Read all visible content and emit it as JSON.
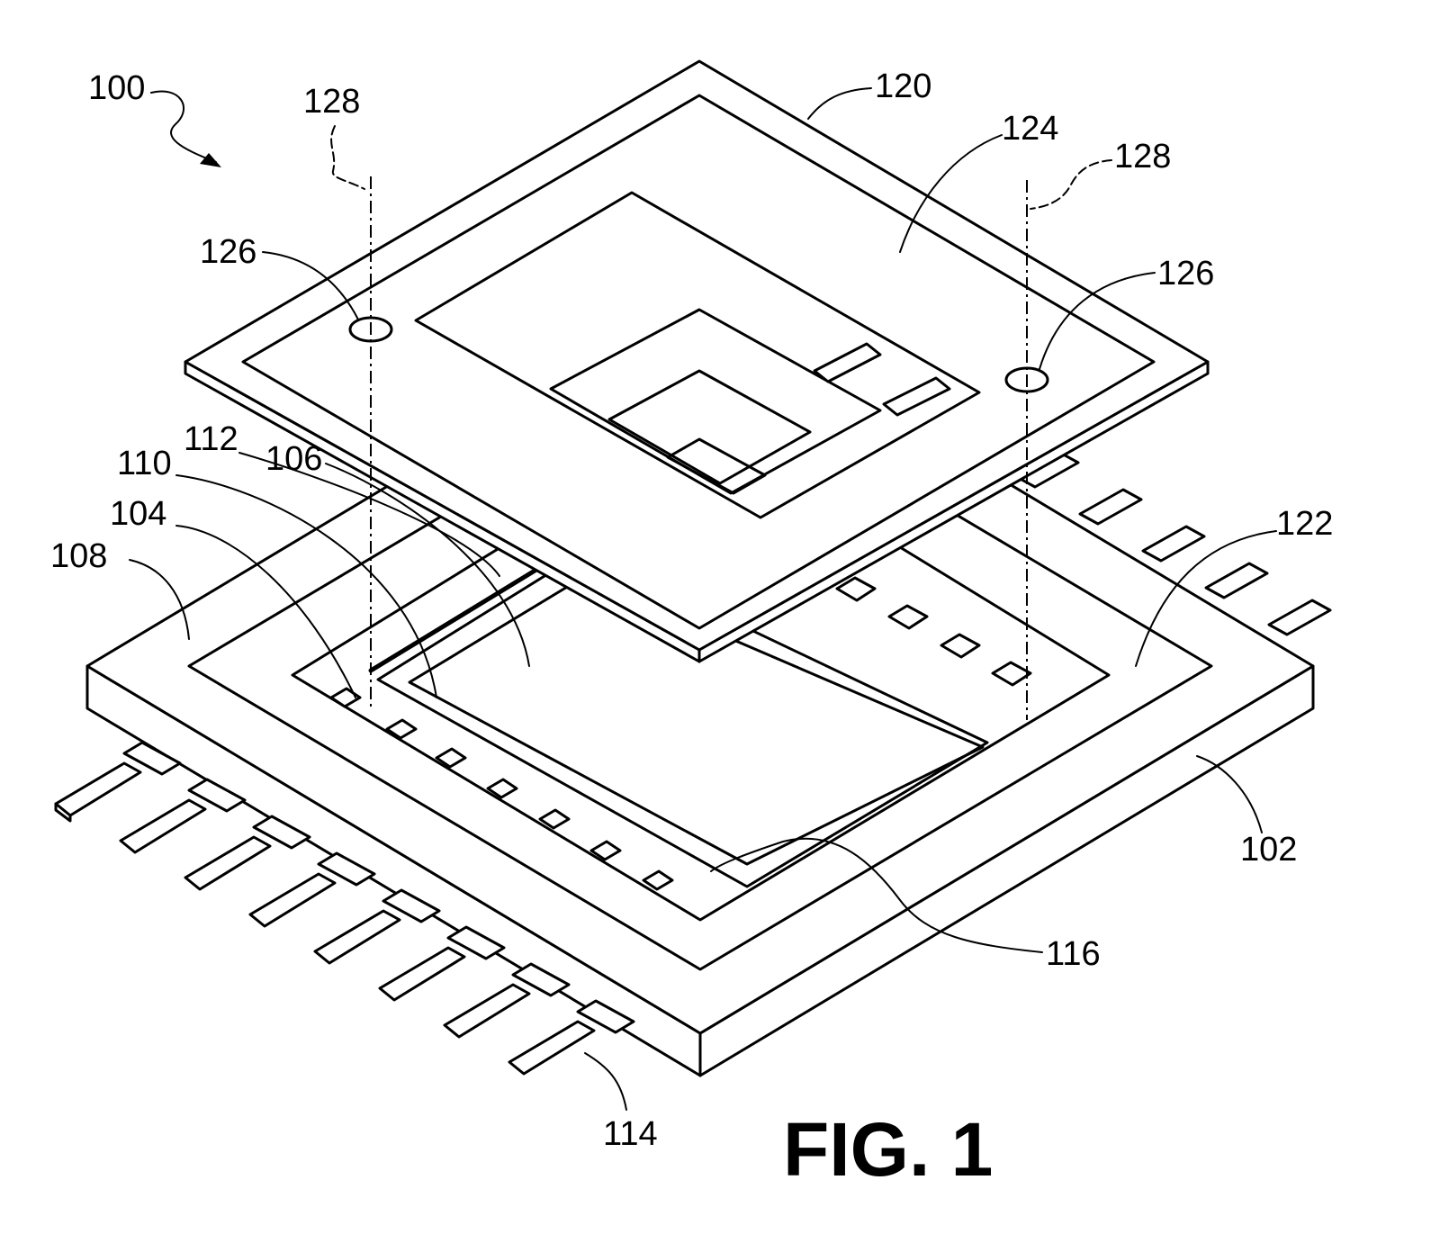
{
  "figure": {
    "caption": "FIG. 1",
    "labels": {
      "r100": "100",
      "r102": "102",
      "r104": "104",
      "r106": "106",
      "r108": "108",
      "r110": "110",
      "r112": "112",
      "r114": "114",
      "r116": "116",
      "r120": "120",
      "r122": "122",
      "r124": "124",
      "r126_left": "126",
      "r126_right": "126",
      "r128_left": "128",
      "r128_right": "128"
    }
  }
}
